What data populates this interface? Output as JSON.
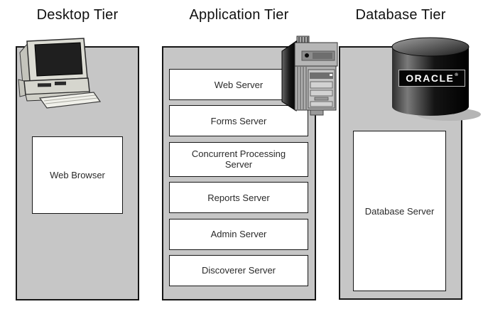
{
  "diagram": {
    "desktop": {
      "title": "Desktop Tier",
      "box_label": "Web Browser",
      "icon": "desktop-computer-icon"
    },
    "application": {
      "title": "Application Tier",
      "icon": "server-tower-icon",
      "servers": [
        "Web Server",
        "Forms Server",
        "Concurrent Processing\nServer",
        "Reports Server",
        "Admin Server",
        "Discoverer Server"
      ]
    },
    "database": {
      "title": "Database Tier",
      "box_label": "Database Server",
      "icon": "oracle-database-icon",
      "cylinder": {
        "brand": "ORACLE",
        "reg_mark": "®"
      }
    }
  },
  "colors": {
    "panel_gray": "#c6c6c6",
    "box_white": "#ffffff",
    "border_black": "#161616",
    "oracle_black": "#050505",
    "brand_text": "#ffffff"
  }
}
